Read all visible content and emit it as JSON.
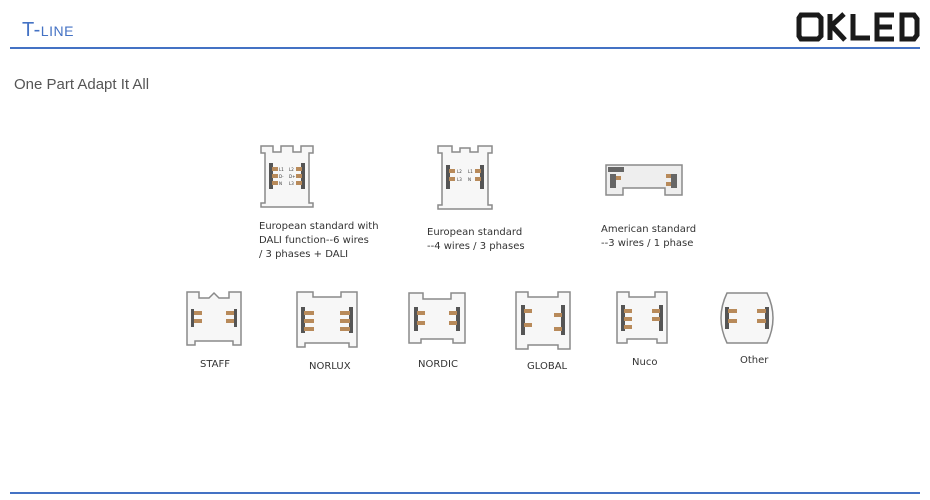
{
  "header": {
    "title_main": "T-",
    "title_small": "LINE",
    "logo_alt": "OKLED"
  },
  "subtitle": "One Part Adapt It All",
  "standards": [
    {
      "lines": [
        "European standard with",
        "DALI function--6 wires",
        "/ 3 phases + DALI"
      ]
    },
    {
      "lines": [
        "European standard",
        "--4 wires / 3 phases"
      ]
    },
    {
      "lines": [
        "American standard",
        "--3 wires / 1 phase"
      ]
    }
  ],
  "profiles": [
    {
      "label": "STAFF"
    },
    {
      "label": "NORLUX"
    },
    {
      "label": "NORDIC"
    },
    {
      "label": "GLOBAL"
    },
    {
      "label": "Nuco"
    },
    {
      "label": "Other"
    }
  ],
  "colors": {
    "accent": "#4472C4",
    "profile_stroke": "#8a8a8a",
    "conductor": "#b88a5a",
    "insulator": "#555555"
  }
}
